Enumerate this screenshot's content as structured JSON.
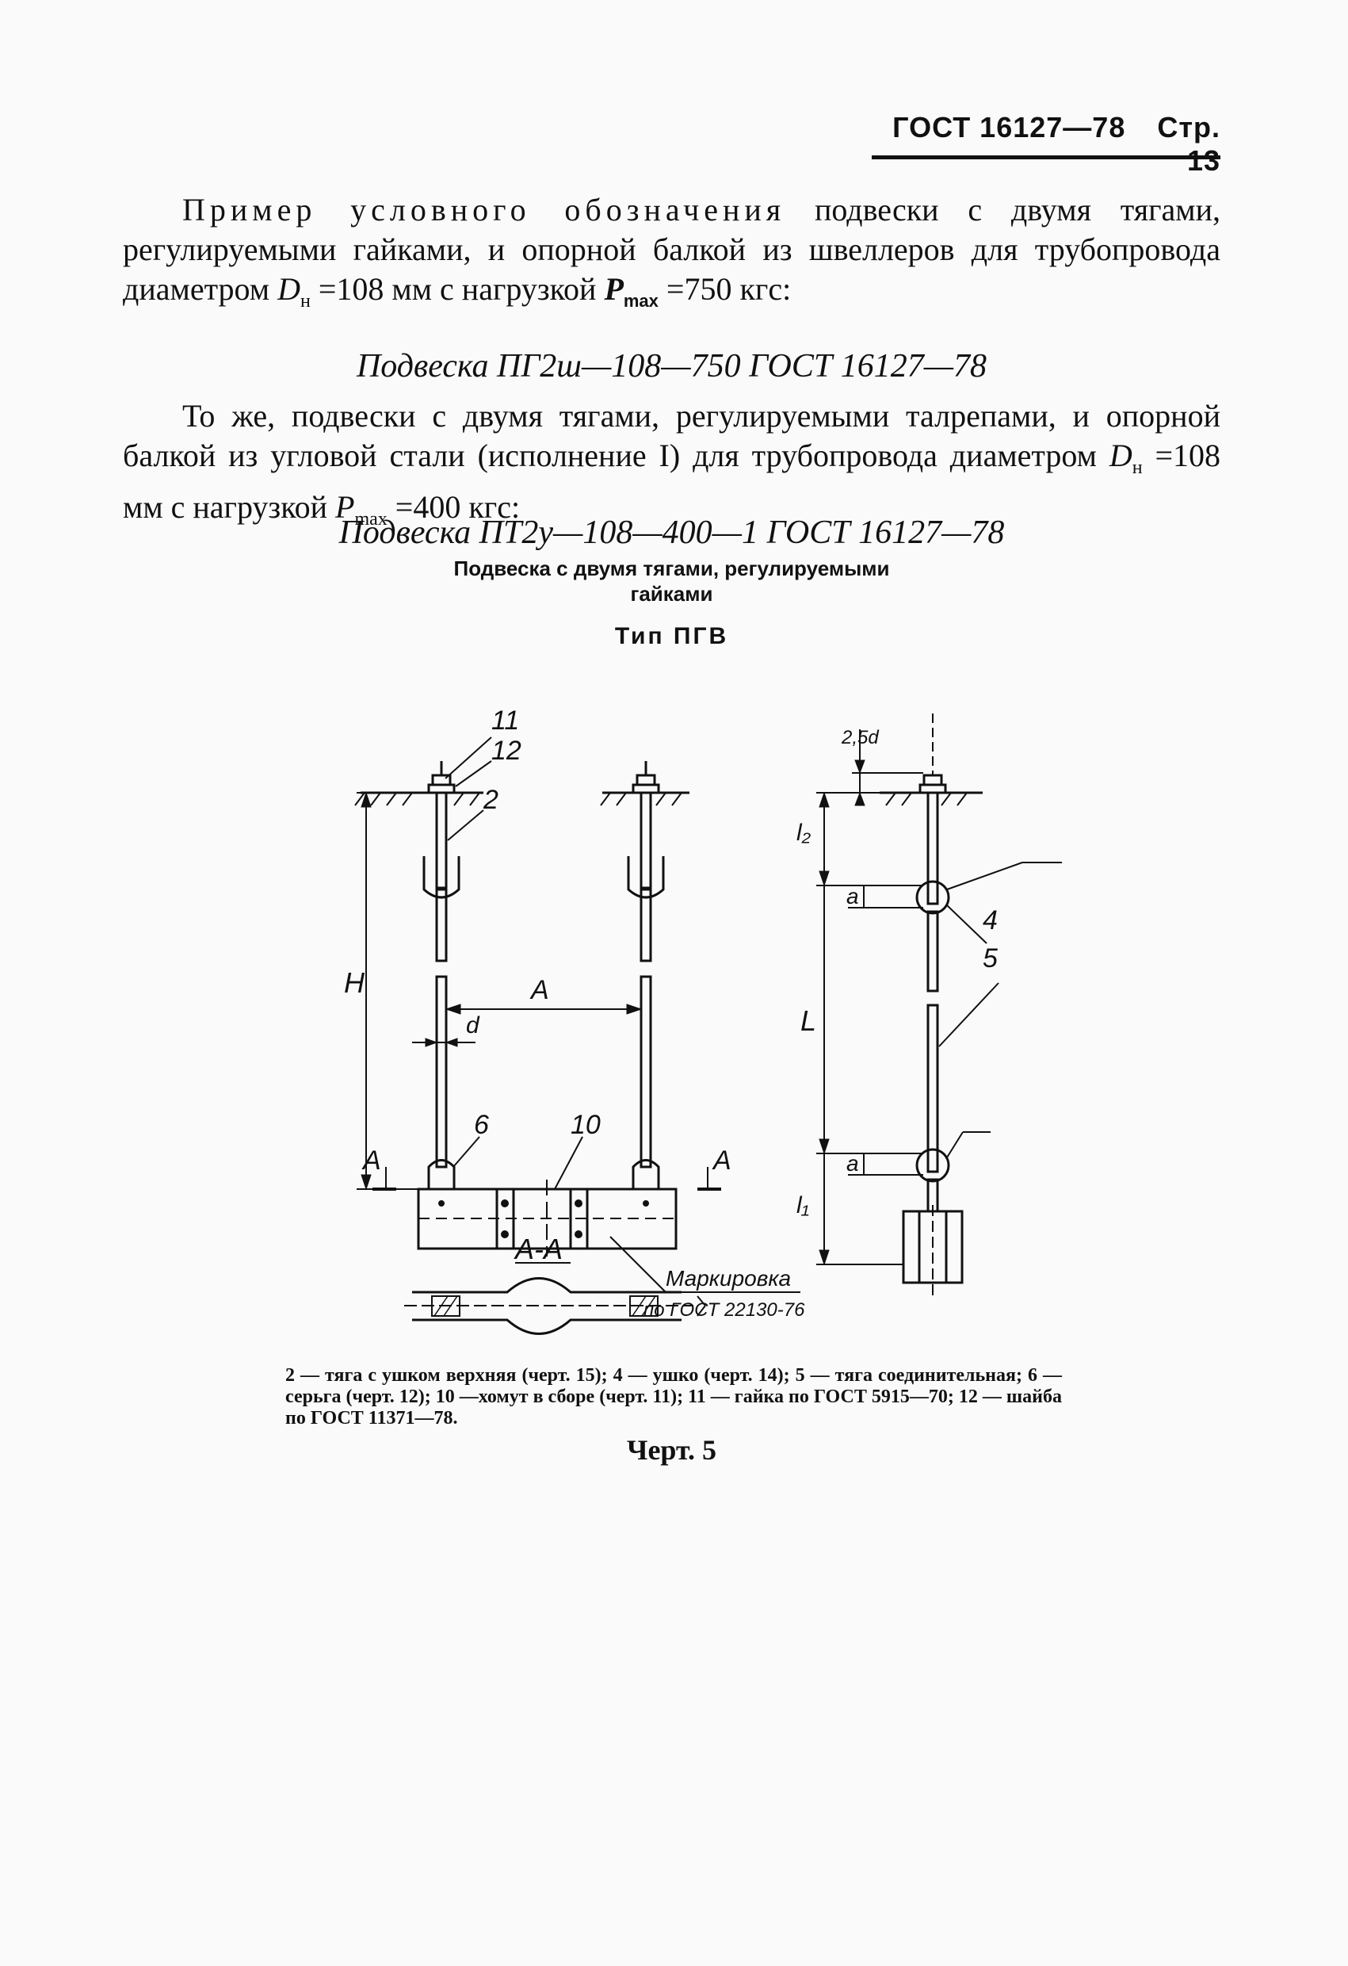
{
  "header": {
    "standard": "ГОСТ 16127—78",
    "page": "Стр. 13"
  },
  "example_paragraph": {
    "lead": "Пример условного обозначения",
    "text": "подвески с двумя тягами, регулируемыми гайками, и опорной балкой из швеллеров для трубопровода диаметром",
    "dn_symbol": "D",
    "dn_sub": "н",
    "dn_value": "=108 мм с нагрузкой",
    "p_symbol": "P",
    "p_sub": "max",
    "p_value": "=750 кгс:"
  },
  "designation_1": "Подвеска ПГ2ш—108—750 ГОСТ 16127—78",
  "second_paragraph": {
    "text": "То же, подвески с двумя тягами, регулируемыми талрепами, и опорной балкой из угловой стали (исполнение I) для трубопровода диаметром",
    "dn_symbol": "D",
    "dn_sub": "н",
    "dn_value": "=108 мм с нагрузкой",
    "p_symbol": "P",
    "p_sub": "max",
    "p_value": "=400 кгс:"
  },
  "designation_2": "Подвеска ПТ2у—108—400—1 ГОСТ 16127—78",
  "section_title_line1": "Подвеска с двумя тягами, регулируемыми",
  "section_title_line2": "гайками",
  "type_label": "Тип ПГВ",
  "drawing": {
    "labels": {
      "n11": "11",
      "n12": "12",
      "n2": "2",
      "n6": "6",
      "n10": "10",
      "n4": "4",
      "n5": "5",
      "H": "H",
      "A": "A",
      "d": "d",
      "a1": "a",
      "a2": "a",
      "L": "L",
      "l1": "l₁",
      "l2": "l₂",
      "d25": "2,5d",
      "sect_left": "A",
      "sect_right": "A",
      "section_view": "A-A",
      "marking_line1": "Маркировка",
      "marking_line2": "по ГОСТ 22130-76"
    }
  },
  "caption": "2 — тяга с ушком верхняя (черт. 15); 4 — ушко (черт. 14); 5 — тяга соединительная; 6 — серьга (черт. 12); 10 —хомут в сборе (черт. 11); 11 — гайка по ГОСТ 5915—70; 12 — шайба по ГОСТ 11371—78.",
  "drawing_label": "Черт. 5"
}
